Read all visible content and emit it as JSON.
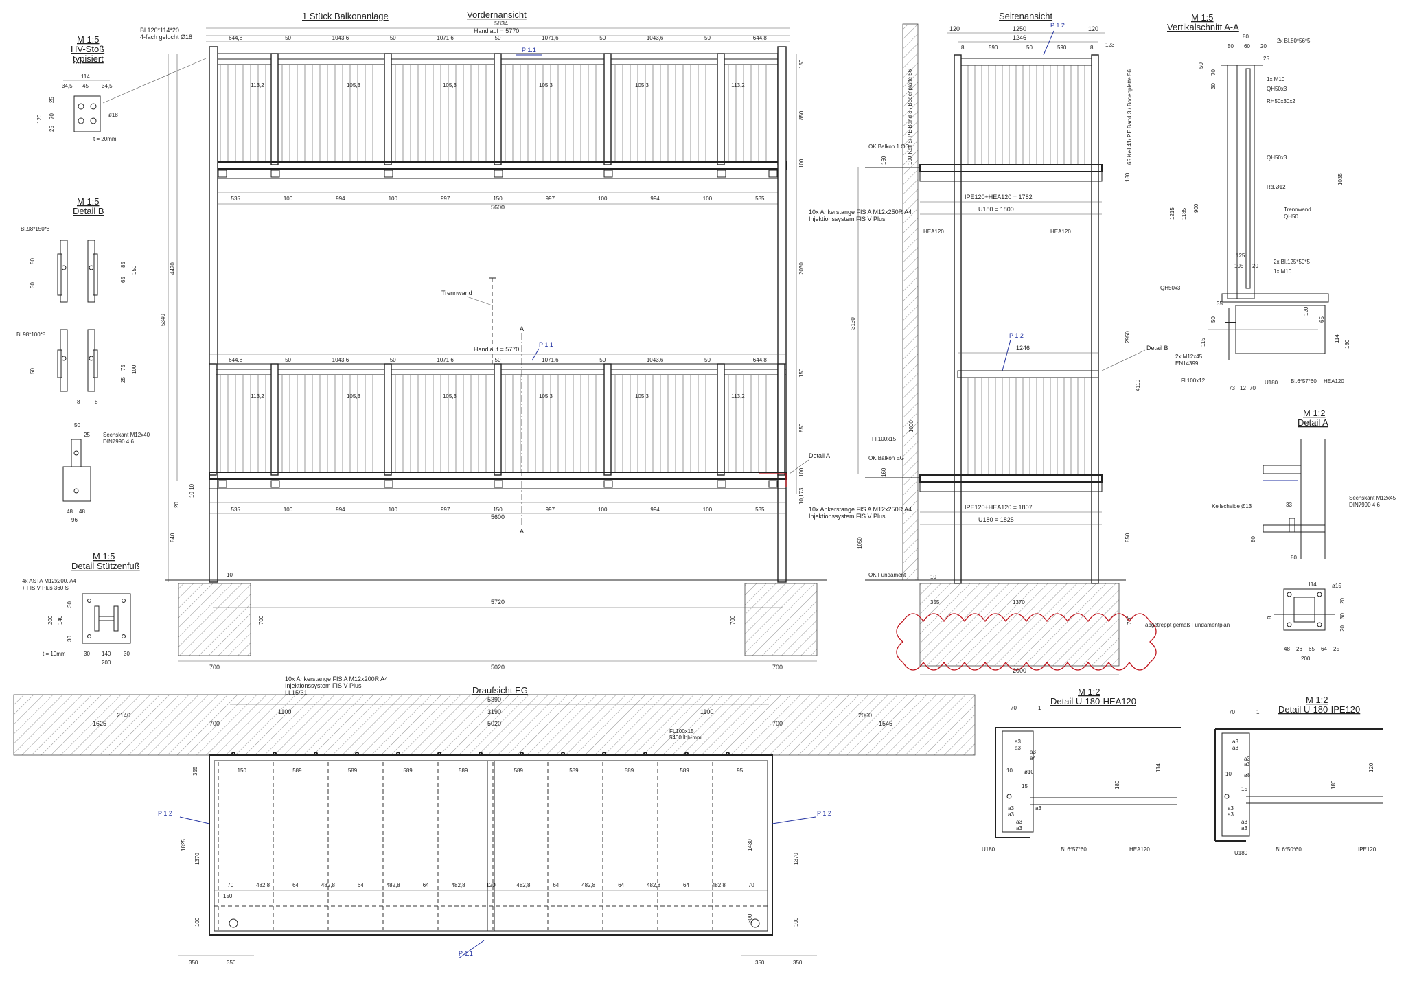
{
  "titles": {
    "anlage": "1 Stück Balkonanlage",
    "vorderansicht": "Vordernansicht",
    "seitenansicht": "Seitenansicht",
    "draufsicht": "Draufsicht EG",
    "vertikalschnitt_scale": "M 1:5",
    "vertikalschnitt": "Vertikalschnitt A-A",
    "hvstoss_scale": "M 1:5",
    "hvstoss": "HV-Stoß",
    "hvstoss_sub": "typisiert",
    "detailB_scale": "M 1:5",
    "detailB": "Detail B",
    "stuetzenfuss_scale": "M 1:5",
    "stuetzenfuss": "Detail Stützenfuß",
    "detailA_scale": "M 1:2",
    "detailA": "Detail A",
    "detailU180HEA_scale": "M 1:2",
    "detailU180HEA": "Detail U-180-HEA120",
    "detailU180IPE_scale": "M 1:2",
    "detailU180IPE": "Detail U-180-IPE120"
  },
  "front": {
    "top_overall": "5834",
    "handlauf": "Handlauf = 5770",
    "handlauf_lower": "Handlauf = 5770",
    "bay_dims": [
      "644,8",
      "50",
      "1043,6",
      "50",
      "1071,6",
      "50",
      "1071,6",
      "50",
      "1043,6",
      "50",
      "644,8"
    ],
    "bottom_dims": [
      "535",
      "100",
      "994",
      "100",
      "997",
      "150",
      "997",
      "100",
      "994",
      "100",
      "535"
    ],
    "beam_length": "5600",
    "spacing_labels": [
      "113,2",
      "105,3",
      "105,3",
      "105,3",
      "105,3",
      "113,2"
    ],
    "trennwand": "Trennwand",
    "section_A": "A",
    "detail_A": "Detail A",
    "plate_note": "Bl.120*114*20",
    "plate_note2": "4-fach gelocht Ø18",
    "height_total": "5340",
    "height_upper": "4470",
    "height_2030": "2030",
    "height_840": "840",
    "right_dims": [
      "150",
      "850",
      "100",
      "150",
      "850",
      "100",
      "10,173"
    ],
    "foundation_span": "5720",
    "foundation_depth_l": "700",
    "foundation_depth_r": "700",
    "base_dims": [
      "700",
      "5020",
      "700"
    ],
    "dim_10": "10",
    "dim_20": "20",
    "dim_10_10": "10 10",
    "p11": "P 1.1"
  },
  "side": {
    "top_dims": [
      "120",
      "1250",
      "120"
    ],
    "inner_width": "1246",
    "sub_dims": [
      "8",
      "590",
      "50",
      "590",
      "8",
      "123"
    ],
    "og_label": "OK Balkon 1.OG",
    "eg_label": "OK Balkon EG",
    "fund_label": "OK Fundament",
    "beam_upper": "IPE120+HEA120 = 1782",
    "u_upper": "U180 = 1800",
    "beam_lower": "IPE120+HEA120 = 1807",
    "u_lower": "U180 = 1825",
    "anchor_note": "10x Ankerstange FIS A M12x250R A4",
    "anchor_note2": "Injektionssystem FIS V Plus",
    "anchor_note_b": "10x Ankerstange FIS A M12x250R A4",
    "anchor_note_b2": "Injektionssystem FIS V Plus",
    "keil_left": "100 Keil 5/ PE-Band 3 / Bodenplatte 56",
    "keil_right": "65 Keil 41/ PE Band 3 / Bodenplatte 56",
    "fl_label": "Fl.100x15",
    "detail_B": "Detail B",
    "height_3130": "3130",
    "height_2950": "2950",
    "height_4110": "4110",
    "height_1000": "1000",
    "height_1050": "1050",
    "height_850": "850",
    "height_180": "180",
    "height_160": "160",
    "foundation_dims": [
      "355",
      "1370"
    ],
    "foundation_width": "2000",
    "foundation_depth": "700",
    "stepped_note": "abgetreppt gemäß Fundamentplan",
    "p12": "P 1.2",
    "hea_label": "HEA120",
    "dim_10": "10"
  },
  "plan": {
    "anchor_note": "10x Ankerstange FIS A M12x200R A4",
    "anchor_note2": "Injektionssystem FIS V Plus",
    "anchor_note3": "LL15/31",
    "top_overall": "5390",
    "top_dims": [
      "1100",
      "3190",
      "1100"
    ],
    "wall_dims": [
      "2140",
      "2060"
    ],
    "wall_sub": [
      "1625",
      "700",
      "5020",
      "700",
      "1545"
    ],
    "fl_note": "FL100x15",
    "fl_note2": "5400 lbb-mm",
    "spacings": [
      "150",
      "589",
      "589",
      "589",
      "589",
      "589",
      "589",
      "589",
      "589",
      "95"
    ],
    "bottom_spacings": [
      "70",
      "482,8",
      "64",
      "482,8",
      "64",
      "482,8",
      "64",
      "482,8",
      "120",
      "482,8",
      "64",
      "482,8",
      "64",
      "482,8",
      "64",
      "482,8",
      "70"
    ],
    "left_dims": [
      "355",
      "1825",
      "1370",
      "100"
    ],
    "right_dims": [
      "1430",
      "1370",
      "300",
      "100"
    ],
    "bottom_edge": [
      "350",
      "350",
      "350",
      "350"
    ],
    "dim_150": "150",
    "p12_left": "P 1.2",
    "p12_right": "P 1.2",
    "p11": "P 1.1"
  },
  "hv": {
    "width": "114",
    "dims": [
      "34,5",
      "45",
      "34,5"
    ],
    "heights": [
      "120",
      "25",
      "70",
      "25"
    ],
    "hole": "ø18",
    "thickness": "t = 20mm"
  },
  "detailB": {
    "plate1": "Bl.98*150*8",
    "plate2": "Bl.98*100*8",
    "dims_a": [
      "50",
      "30",
      "85",
      "65",
      "150"
    ],
    "dims_b": [
      "50",
      "75",
      "25",
      "100",
      "8",
      "8"
    ]
  },
  "bolt": {
    "w": "50",
    "w2": "25",
    "label": "Sechskant M12x40",
    "label2": "DIN7990 4.6",
    "dims": [
      "48",
      "48",
      "96"
    ]
  },
  "foot": {
    "note": "4x ASTA M12x200, A4",
    "note2": "+ FIS V Plus 360 S",
    "dims_v": [
      "200",
      "140",
      "30",
      "30"
    ],
    "dims_h": [
      "30",
      "140",
      "30",
      "200"
    ],
    "thickness": "t = 10mm"
  },
  "vsection": {
    "plates_top": "2x Bl.80*56*5",
    "m10_top": "1x M10",
    "qh": "QH50x3",
    "rh": "RH50x30x2",
    "qh2": "QH50x3",
    "rd": "Rd.Ø12",
    "trennwand": "Trennwand",
    "trennwand2": "QH50",
    "plates_mid": "2x Bl.125*50*5",
    "m10_mid": "1x M10",
    "qh3": "QH50x3",
    "m12": "2x M12x45",
    "m12b": "EN14399",
    "fl": "Fl.100x12",
    "u180": "U180",
    "bl": "Bl.6*57*60",
    "hea": "HEA120",
    "top_dims": [
      "80",
      "50",
      "60",
      "20",
      "25"
    ],
    "left_dims": [
      "50",
      "30",
      "70",
      "1215",
      "1185",
      "900",
      "50",
      "115",
      "35"
    ],
    "right_dims": [
      "1035",
      "65",
      "114",
      "180"
    ],
    "bottom_dims": [
      "73",
      "12",
      "70"
    ],
    "d105": "105",
    "d20": "20",
    "d125": "125",
    "d120": "120"
  },
  "detailA": {
    "label": "Sechskant M12x45",
    "label2": "DIN7990 4.6",
    "washer": "Keilscheibe Ø13",
    "dims": [
      "33",
      "80",
      "80"
    ],
    "plan_dims": [
      "114",
      "ø15",
      "20",
      "30",
      "20",
      "48",
      "26",
      "65",
      "64",
      "25",
      "200",
      "8"
    ]
  },
  "detailU": {
    "d70": "70",
    "d1": "1",
    "welds": [
      "a3",
      "a3",
      "a3",
      "a4",
      "a3",
      "a3",
      "a3",
      "a3",
      "a3"
    ],
    "d10": "10",
    "phi": "ø10",
    "d15": "15",
    "d114": "114",
    "d180": "180",
    "u": "U180",
    "bl": "Bl.6*57*60",
    "hea": "HEA120"
  },
  "detailU2": {
    "d70": "70",
    "d1": "1",
    "welds": [
      "a3",
      "a3",
      "a3",
      "a3",
      "a3",
      "a3",
      "a3",
      "a3"
    ],
    "d10": "10",
    "phi": "ø8",
    "d15": "15",
    "d120": "120",
    "d180": "180",
    "u": "U180",
    "bl": "Bl.6*50*60",
    "ipe": "IPE120"
  }
}
